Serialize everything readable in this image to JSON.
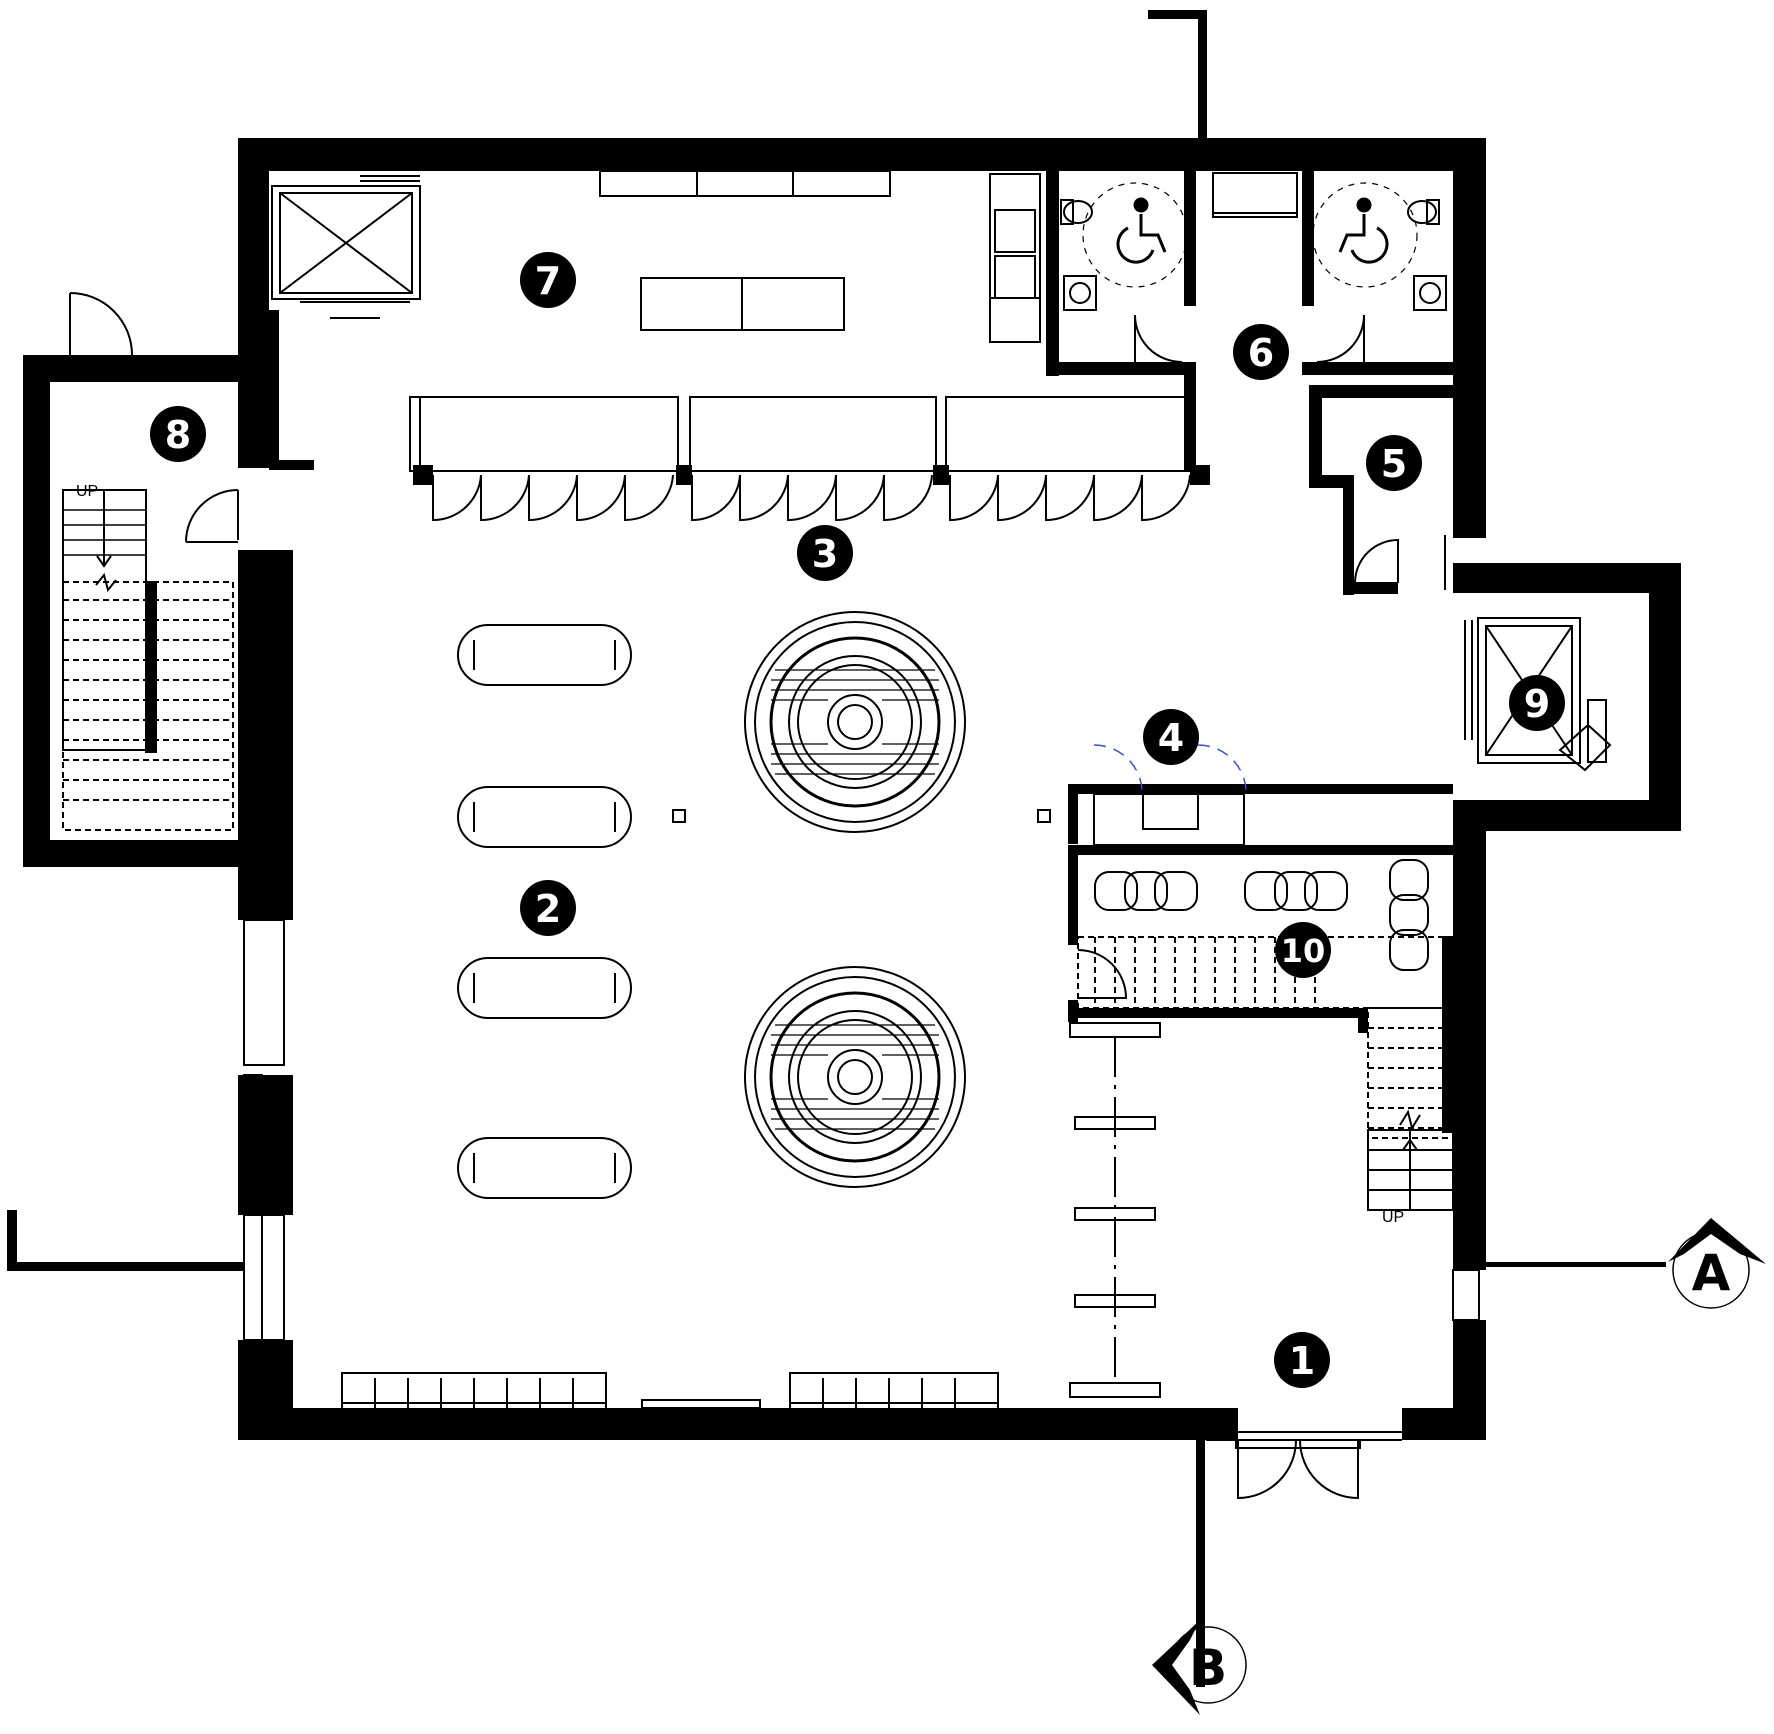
{
  "rooms": [
    {
      "id": "room-1",
      "number": "1"
    },
    {
      "id": "room-2",
      "number": "2"
    },
    {
      "id": "room-3",
      "number": "3"
    },
    {
      "id": "room-4",
      "number": "4"
    },
    {
      "id": "room-5",
      "number": "5"
    },
    {
      "id": "room-6",
      "number": "6"
    },
    {
      "id": "room-7",
      "number": "7"
    },
    {
      "id": "room-8",
      "number": "8"
    },
    {
      "id": "room-9",
      "number": "9"
    },
    {
      "id": "room-10",
      "number": "10"
    }
  ],
  "stairs": {
    "left_label": "UP",
    "right_label": "UP"
  },
  "section_markers": {
    "a": "A",
    "b": "B"
  },
  "icons": [
    "wheelchair-icon",
    "toilet-icon",
    "sink-icon",
    "elevator-icon",
    "door-swing-icon"
  ],
  "colors": {
    "wall": "#000000",
    "line": "#000000",
    "door_accent": "#3b4fd8",
    "background": "#ffffff"
  }
}
